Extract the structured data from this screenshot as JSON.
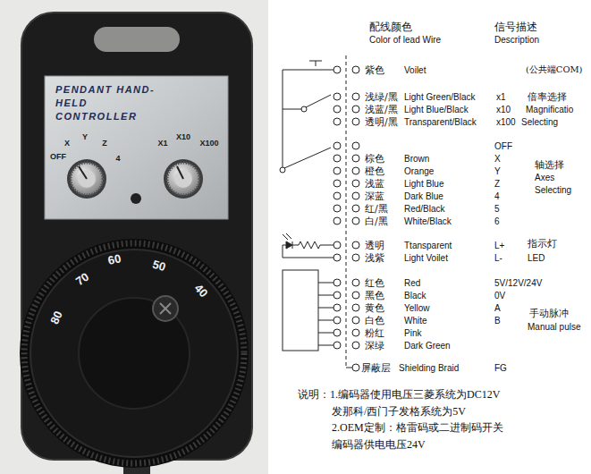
{
  "diagram": {
    "nodes": [
      {
        "text": [
          "PENDANT HAND-HELD CONTROLLER",
          "OFF",
          "X",
          "Y",
          "Z",
          "4",
          "X1",
          "X10",
          "X100"
        ]
      },
      {
        "text": [
          "60",
          "50",
          "40",
          "70",
          "80"
        ]
      }
    ],
    "labels": [
      "配线颜色",
      "Color of lead Wire",
      "信号描述",
      "Description",
      "紫色",
      "Voilet",
      "(公共端COM)",
      "浅绿/黑",
      "Light Green/Black",
      "x1",
      "倍率选择",
      "浅蓝/黑",
      "Light Blue/Black",
      "x10",
      "Magnificatio",
      "透明/黑",
      "Transparent/Black",
      "x100",
      "Selecting",
      "OFF",
      "棕色",
      "Brown",
      "X",
      "轴选择",
      "橙色",
      "Orange",
      "Y",
      "Axes",
      "浅蓝",
      "Light Blue",
      "Z",
      "Selecting",
      "深蓝",
      "Dark Blue",
      "4",
      "红/黑",
      "Red/Black",
      "5",
      "白/黑",
      "White/Black",
      "6",
      "透明",
      "Ttansparent",
      "L+",
      "指示灯",
      "浅紫",
      "Light Voilet",
      "L-",
      "LED",
      "红色",
      "Red",
      "5V/12V/24V",
      "黑色",
      "Black",
      "0V",
      "黄色",
      "Yellow",
      "A",
      "手动脉冲",
      "白色",
      "White",
      "B",
      "Manual pulse",
      "粉红",
      "Pink",
      "深绿",
      "Dark Green",
      "屏蔽层",
      "Shielding Braid",
      "FG",
      "说明：1.编码器使用电压三菱系统为DC12V",
      "发那科/西门子发格系统为5V",
      "2.OEM定制：格雷码或二进制码开关",
      "编码器供电电压24V"
    ]
  }
}
